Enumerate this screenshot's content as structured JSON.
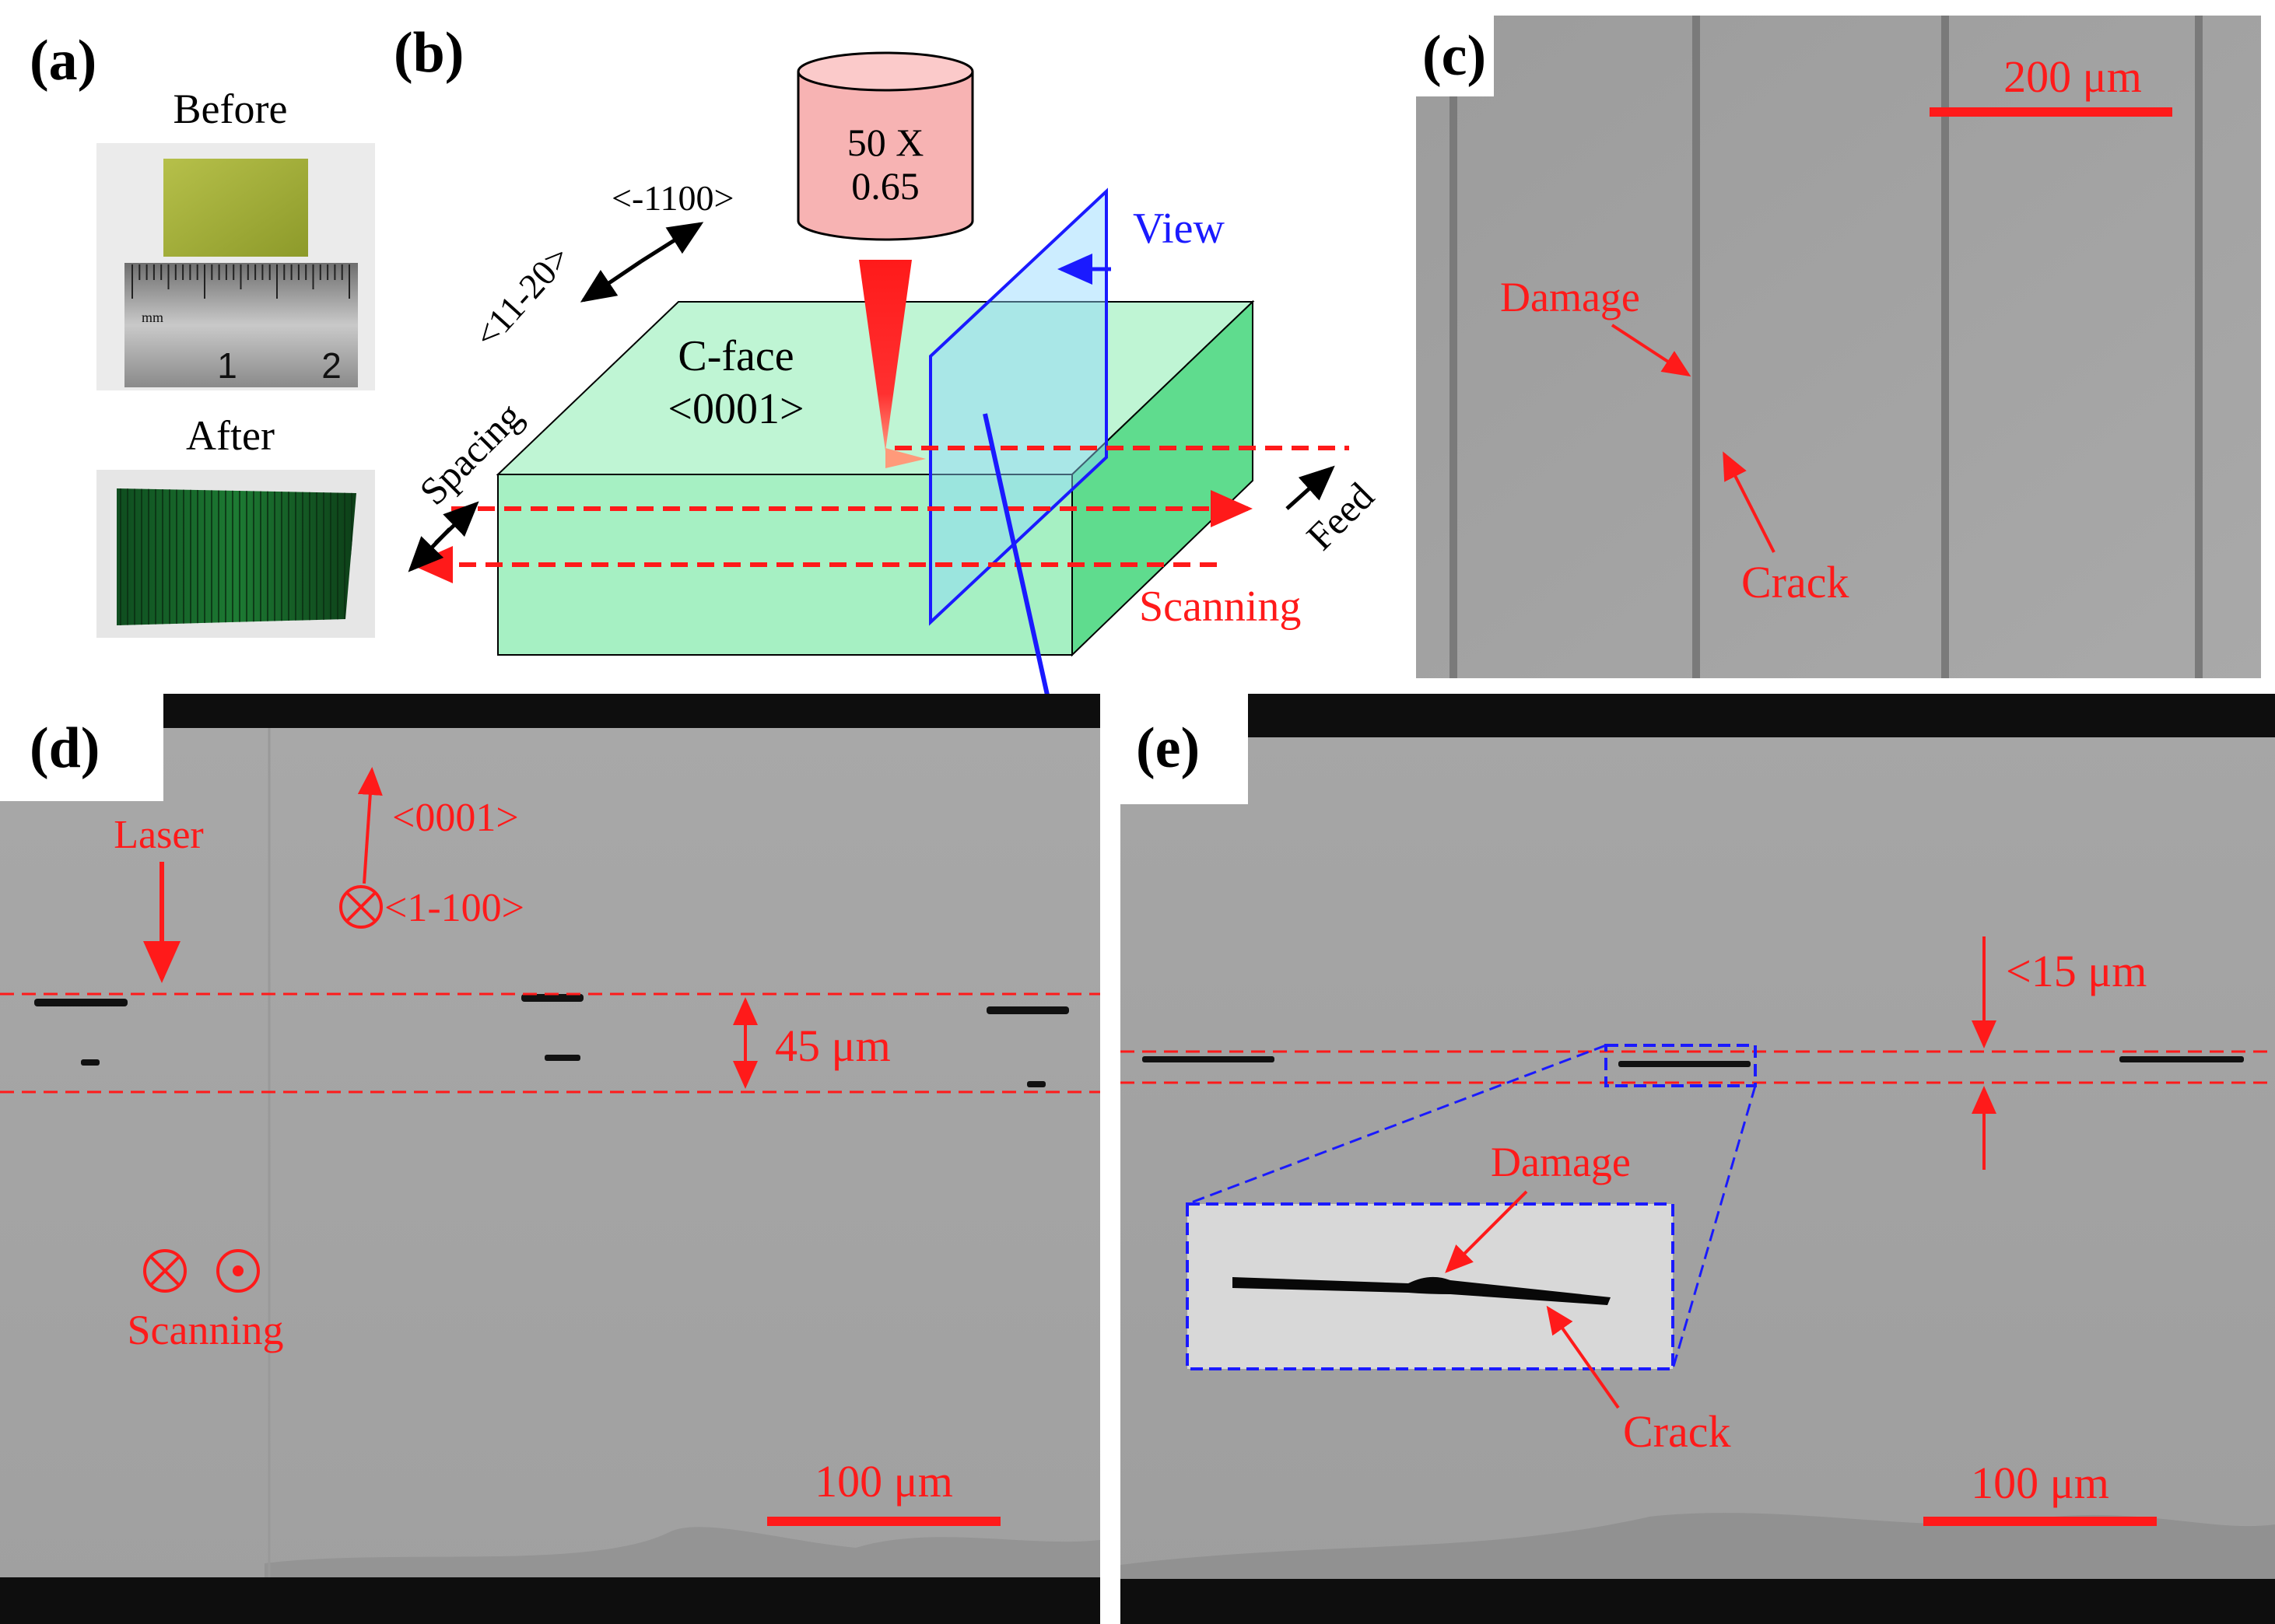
{
  "panels": {
    "a": {
      "label": "(a)",
      "before_label": "Before",
      "after_label": "After",
      "ruler_unit": "mm",
      "ruler_numbers": [
        "1",
        "2"
      ]
    },
    "b": {
      "label": "(b)",
      "objective_mag": "50 X",
      "objective_na": "0.65",
      "dir_1120": "<11-20>",
      "dir_1100": "<-1100>",
      "face_name": "C-face",
      "face_index": "<0001>",
      "view_label": "View",
      "spacing_label": "Spacing",
      "feed_label": "Feed",
      "scanning_label": "Scanning"
    },
    "c": {
      "label": "(c)",
      "scale_bar": "200 μm",
      "damage_label": "Damage",
      "crack_label": "Crack"
    },
    "d": {
      "label": "(d)",
      "laser_label": "Laser",
      "dir_0001": "<0001>",
      "dir_1100": "<1-100>",
      "depth_label": "45 μm",
      "scanning_label": "Scanning",
      "scale_bar": "100 μm"
    },
    "e": {
      "label": "(e)",
      "depth_label": "<15 μm",
      "damage_label": "Damage",
      "crack_label": "Crack",
      "scale_bar": "100 μm"
    }
  },
  "colors": {
    "annotation_red": "#ff1a1a",
    "view_blue": "#1a1aff",
    "sample_green": "#a8f5c8",
    "sample_face_green": "#b8f7d2",
    "sample_side_green": "#7ee6a8",
    "objective_pink": "#f7b3b3",
    "sem_gray": "#a9a9a9",
    "micrograph_gray": "#a2a2a2"
  }
}
